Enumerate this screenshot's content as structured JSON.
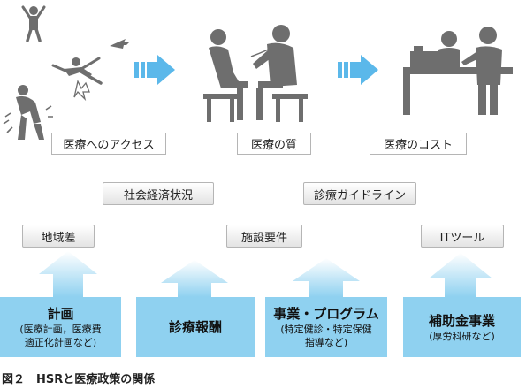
{
  "stages": [
    {
      "label": "医療へのアクセス"
    },
    {
      "label": "医療の質"
    },
    {
      "label": "医療のコスト"
    }
  ],
  "factors": {
    "row1": [
      "社会経済状況",
      "診療ガイドライン"
    ],
    "row2": [
      "地域差",
      "施設要件",
      "ITツール"
    ]
  },
  "policies": [
    {
      "main": "計画",
      "sub1": "(医療計画，医療費",
      "sub2": "適正化計画など)"
    },
    {
      "main": "診療報酬",
      "sub1": "",
      "sub2": ""
    },
    {
      "main": "事業・プログラム",
      "sub1": "(特定健診・特定保健",
      "sub2": "指導など)"
    },
    {
      "main": "補助金事業",
      "sub1": "(厚労科研など)",
      "sub2": ""
    }
  ],
  "caption": "図２　HSRと医療政策の関係",
  "colors": {
    "arrow_blue": "#5bb8ea",
    "policy_blue": "#8fd1f0",
    "figure_gray": "#6e6e6e"
  }
}
